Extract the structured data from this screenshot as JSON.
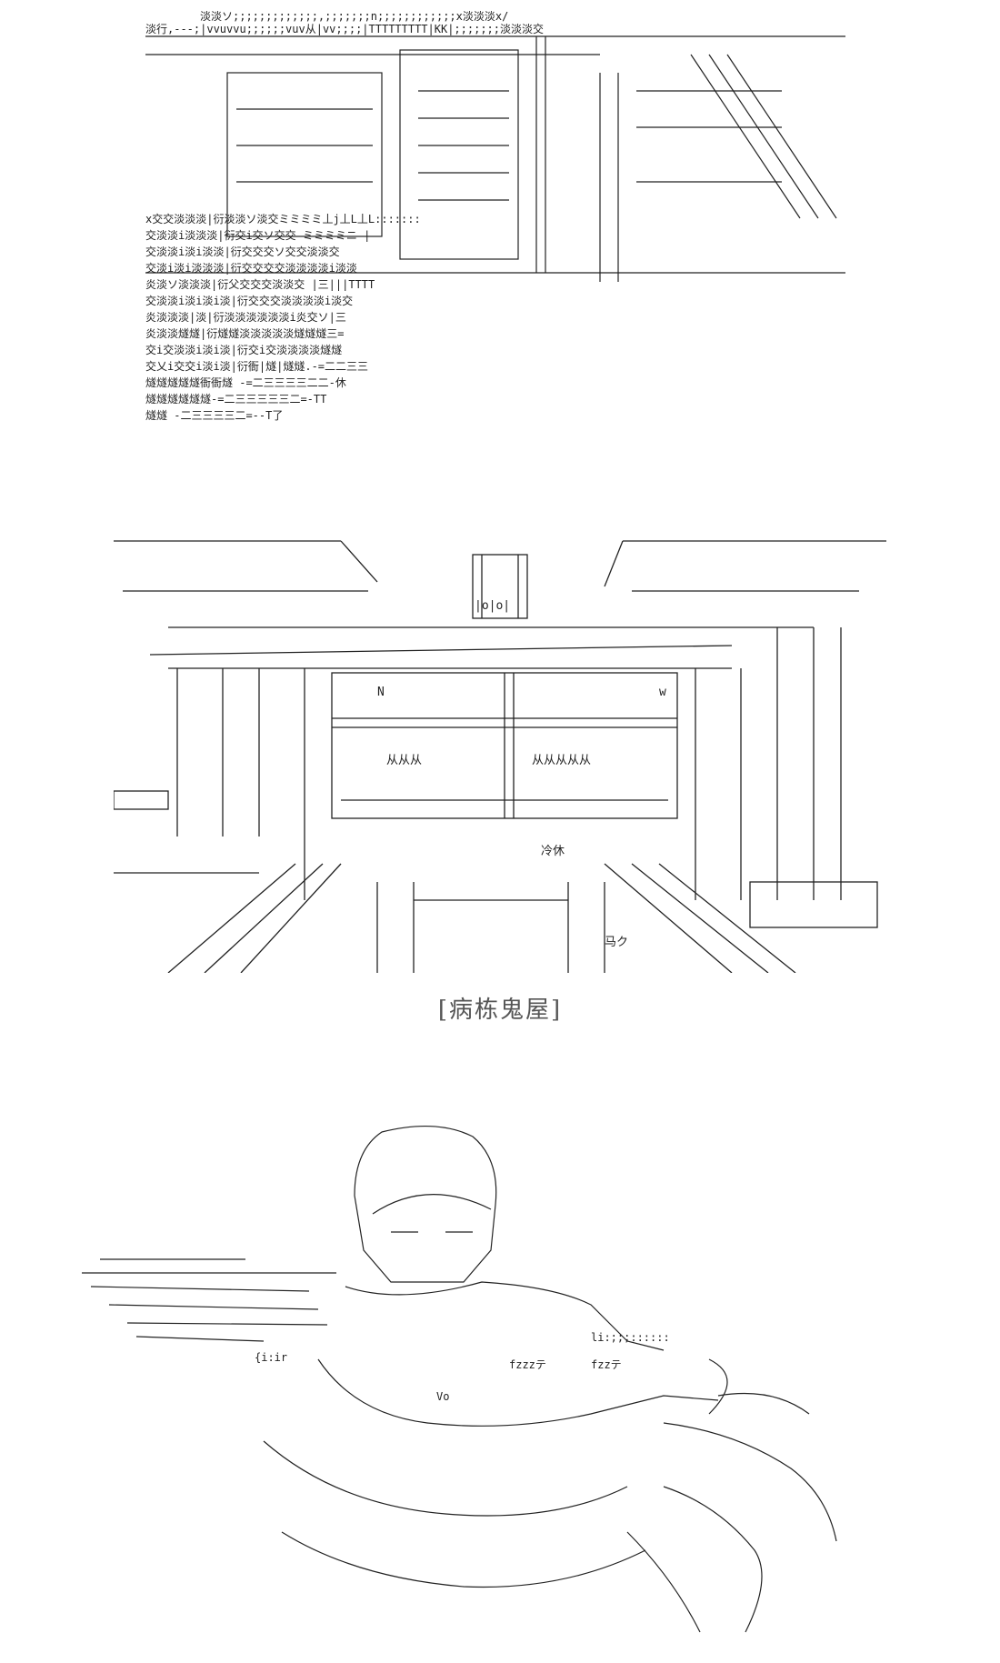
{
  "caption": "[病栋鬼屋]",
  "city_text": [
    "淡淡ソ;;;;;;;;;;;;;,;;;;;;;n;;;;;;;;;;;;x淡淡淡x/",
    "淡行,---;|vvuvvu;;;;;;vuv从|vv;;;;|TTTTTTTTT|KK|;;;;;;;淡淡淡交",
    "x交交淡淡淡|衍淡淡ソ淡交ミミミミ丄j丄L丄L:::::::",
    "交淡淡i淡淡淡|衍交i交ソ交交 ミミミミニ |",
    "交淡淡i淡i淡淡|衍交交交ソ交交淡淡交",
    "交淡i淡i淡淡淡|衍交交交交淡淡淡淡i淡淡",
    "炎淡ソ淡淡淡|衍父交交交淡淡交 |三|||TTTT",
    "交淡淡i淡i淡i淡|衍交交交淡淡淡淡i淡交",
    "炎淡淡淡|淡|衍淡淡淡淡淡淡i炎交ソ|三",
    "炎淡淡燧燧|衍燧燧淡淡淡淡淡燧燧燧三=",
    "交i交淡淡i淡i淡|衍交i交淡淡淡淡燧燧",
    "交乂i交交i淡i淡|衍衙|燧|燧燧.-=二二三三",
    "燧燧燧燧燧衙衙燧 -=二三三三三二二-休",
    "燧燧燧燧燧燧-=二三三三三三二=-TT",
    "燧燧 -二三三三三二=--T了"
  ],
  "hall_text": {
    "sign": "|o|o|",
    "labels": [
      "N",
      "w",
      "冷休",
      "马ク",
      "从从从",
      "从从从从从"
    ]
  },
  "figure_text": [
    "fzzzテ",
    "fzzテ",
    "{i:ir",
    "Vo",
    "li:;;;::::::"
  ]
}
